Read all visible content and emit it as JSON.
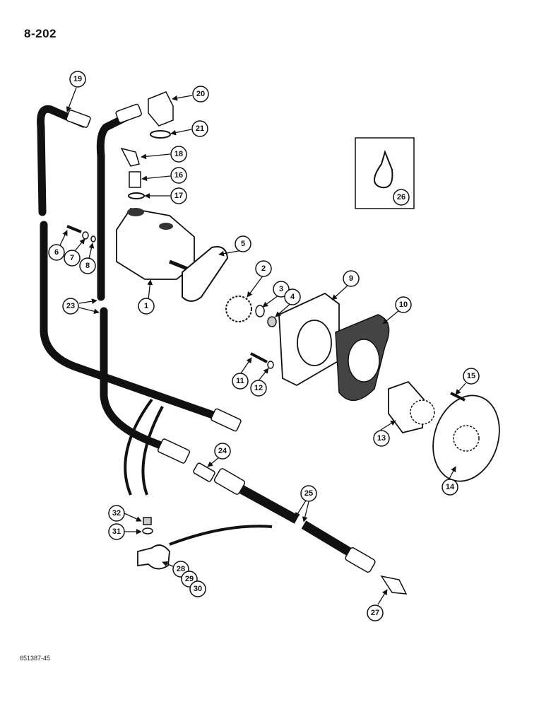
{
  "page_number": "8-202",
  "drawing_number": "651387-45",
  "callouts": [
    "1",
    "2",
    "3",
    "4",
    "5",
    "6",
    "7",
    "8",
    "9",
    "10",
    "11",
    "12",
    "13",
    "14",
    "15",
    "16",
    "17",
    "18",
    "19",
    "20",
    "21",
    "23",
    "24",
    "25",
    "26",
    "27",
    "28",
    "29",
    "30",
    "31",
    "32"
  ]
}
